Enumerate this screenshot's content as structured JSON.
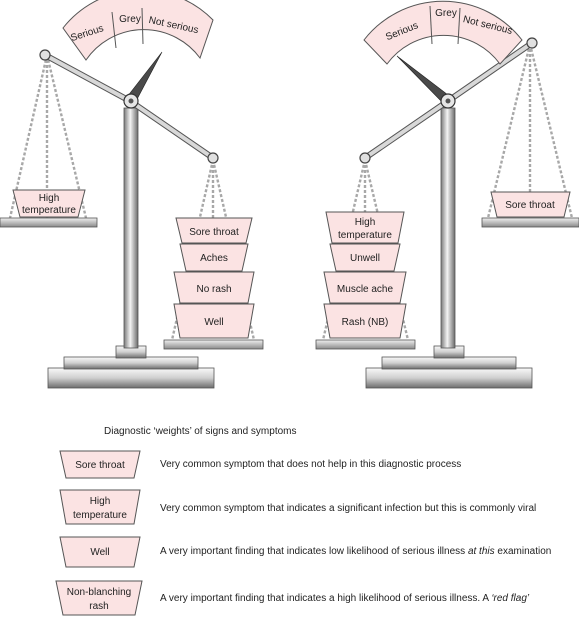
{
  "dial": {
    "serious": "Serious",
    "grey": "Grey",
    "not_serious": "Not serious"
  },
  "left_scale": {
    "left_pan": [
      "High",
      "temperature"
    ],
    "right_pan": {
      "sore_throat": "Sore throat",
      "aches": "Aches",
      "no_rash": "No rash",
      "well": "Well"
    }
  },
  "right_scale": {
    "left_pan": {
      "high_temp": [
        "High",
        "temperature"
      ],
      "unwell": "Unwell",
      "muscle_ache": "Muscle ache",
      "rash_nb": "Rash (NB)"
    },
    "right_pan": "Sore throat"
  },
  "legend": {
    "title": "Diagnostic ‘weights’ of signs and symptoms",
    "rows": [
      {
        "weight": [
          "Sore throat"
        ],
        "desc": "Very common symptom that does not help in this diagnostic process",
        "desc_emph": "",
        "desc_tail": ""
      },
      {
        "weight": [
          "High",
          "temperature"
        ],
        "desc": "Very common symptom that indicates a significant infection but this is commonly viral",
        "desc_emph": "",
        "desc_tail": ""
      },
      {
        "weight": [
          "Well"
        ],
        "desc": "A very important finding that indicates low likelihood of serious illness ",
        "desc_emph": "at this",
        "desc_tail": " examination"
      },
      {
        "weight": [
          "Non-blanching",
          "rash"
        ],
        "desc": "A very important finding that indicates a high likelihood of serious illness. A ",
        "desc_emph": "‘red flag’",
        "desc_tail": ""
      }
    ]
  },
  "colors": {
    "weight_fill": "#fbe3e3",
    "weight_stroke": "#555555",
    "metal_light": "#f2f2f2",
    "metal_dark": "#6e6e6e",
    "chain": "#b0b0b0"
  }
}
